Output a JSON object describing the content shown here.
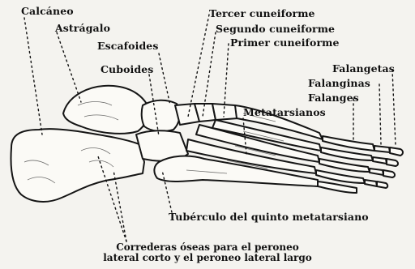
{
  "labels": {
    "calcaneo": "Calcáneo",
    "astragalo": "Astrágalo",
    "escafoides": "Escafoides",
    "cuboides": "Cuboides",
    "tercer_cuneiforme": "Tercer cuneiforme",
    "segundo_cuneiforme": "Segundo cuneiforme",
    "primer_cuneiforme": "Primer cuneiforme",
    "metatarsianos": "Metatarsianos",
    "falangetas": "Falangetas",
    "falanginas": "Falanginas",
    "falanges": "Falanges",
    "tuberculo_quinto_metatarsiano": "Tubérculo del quinto metatarsiano"
  },
  "caption": {
    "line1": "Correderas óseas para el peroneo",
    "line2": "lateral corto y el peroneo lateral largo"
  }
}
